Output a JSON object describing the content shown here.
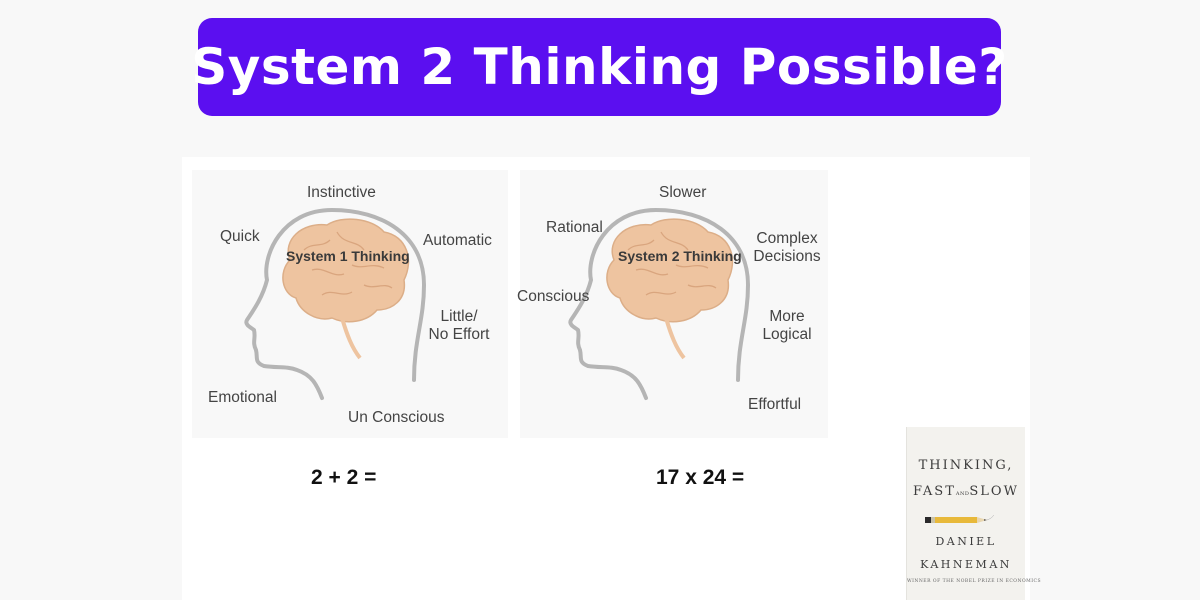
{
  "banner": {
    "title": "System 2 Thinking Possible?"
  },
  "diagrams": [
    {
      "center_label": "System 1 Thinking",
      "labels": {
        "instinctive": "Instinctive",
        "quick": "Quick",
        "automatic": "Automatic",
        "little_effort_1": "Little/",
        "little_effort_2": "No Effort",
        "emotional": "Emotional",
        "unconscious": "Un Conscious"
      },
      "equation": "2 + 2 ="
    },
    {
      "center_label": "System 2 Thinking",
      "labels": {
        "slower": "Slower",
        "rational": "Rational",
        "complex_1": "Complex",
        "complex_2": "Decisions",
        "conscious": "Conscious",
        "logical_1": "More",
        "logical_2": "Logical",
        "effortful": "Effortful"
      },
      "equation": "17 x 24 ="
    }
  ],
  "book": {
    "title_line1": "THINKING,",
    "title_line2_a": "FAST",
    "title_line2_and": "AND",
    "title_line2_b": "SLOW",
    "author_line1": "DANIEL",
    "author_line2": "KAHNEMAN",
    "subtitle": "WINNER OF THE NOBEL PRIZE IN ECONOMICS"
  },
  "colors": {
    "banner": "#5b0ff0",
    "brain": "#eec4a0",
    "head_outline": "#b5b5b5"
  }
}
